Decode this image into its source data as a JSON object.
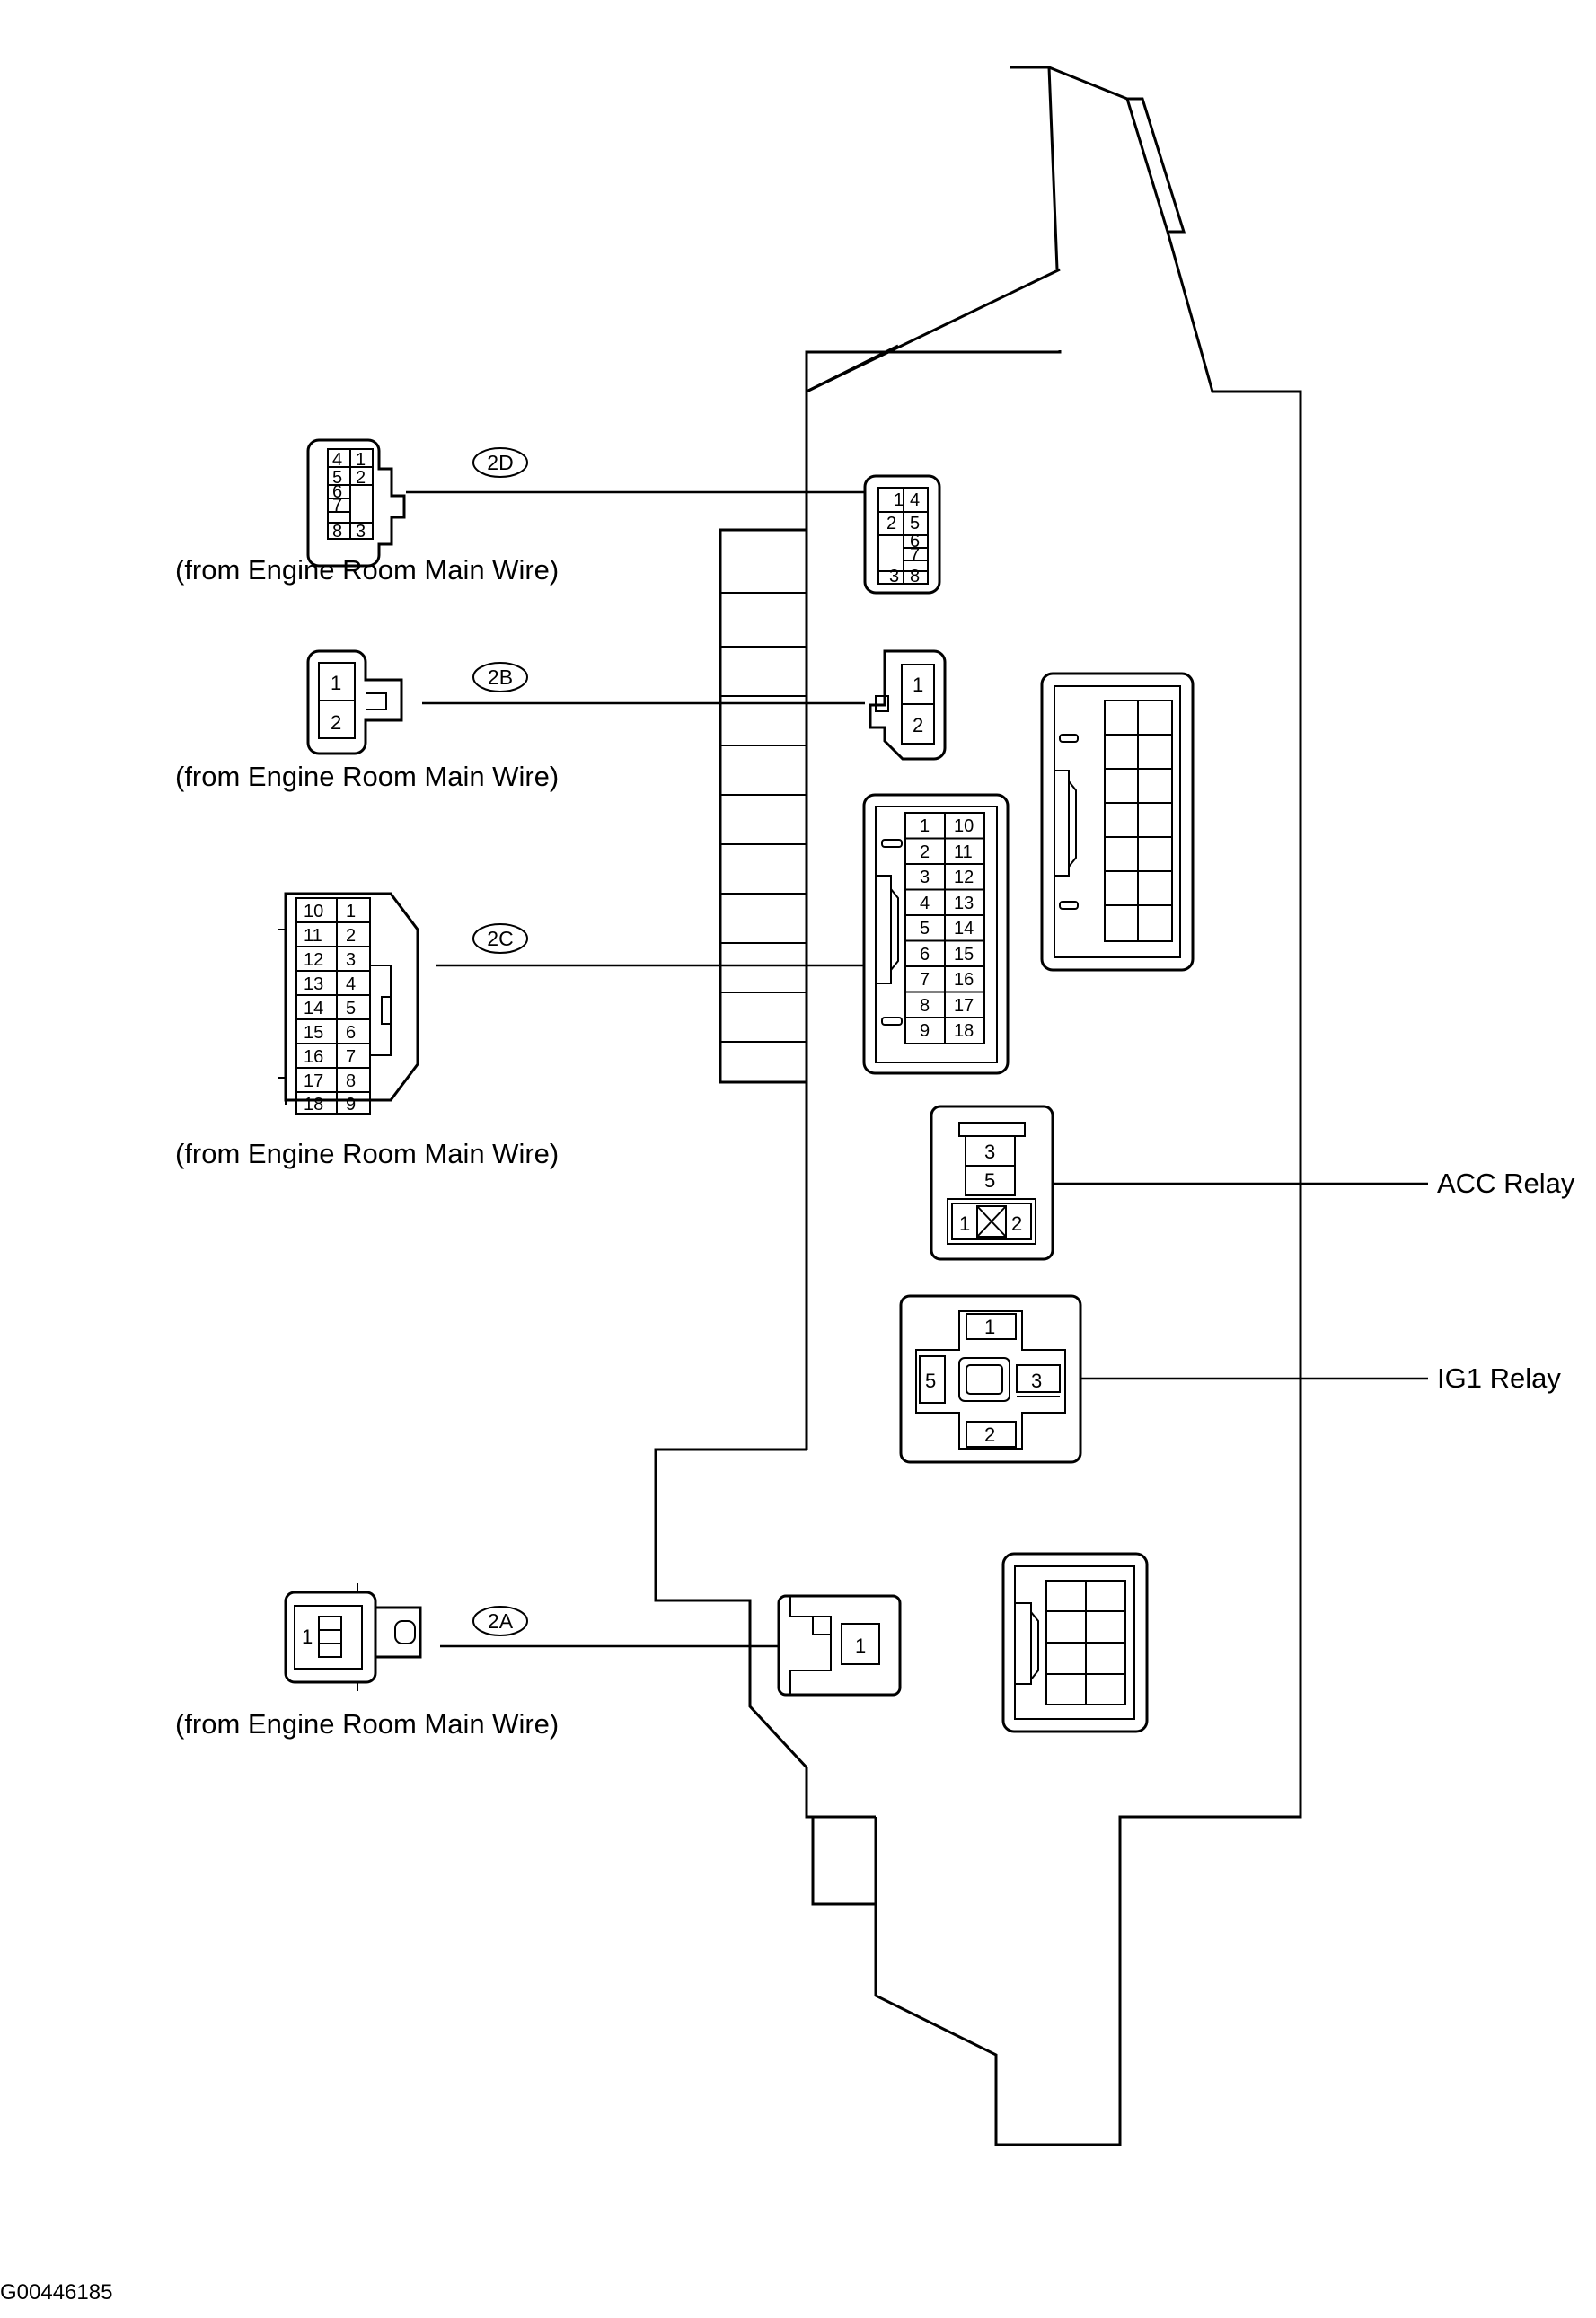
{
  "connectors": {
    "c2D": {
      "code": "2D",
      "note": "(from Engine Room Main Wire)",
      "harness_pins": [
        "4",
        "1",
        "5",
        "2",
        "6",
        "7",
        "8",
        "3"
      ],
      "block_pins": [
        "1",
        "4",
        "2",
        "5",
        "6",
        "7",
        "3",
        "8"
      ]
    },
    "c2B": {
      "code": "2B",
      "note": "(from Engine Room Main Wire)",
      "harness_pins": [
        "1",
        "2"
      ],
      "block_pins": [
        "1",
        "2"
      ]
    },
    "c2C": {
      "code": "2C",
      "note": "(from Engine Room Main Wire)",
      "harness_pins": [
        "10",
        "1",
        "11",
        "2",
        "12",
        "3",
        "13",
        "4",
        "14",
        "5",
        "15",
        "6",
        "16",
        "7",
        "17",
        "8",
        "18",
        "9"
      ],
      "block_pins": [
        "1",
        "10",
        "2",
        "11",
        "3",
        "12",
        "4",
        "13",
        "5",
        "14",
        "6",
        "15",
        "7",
        "16",
        "8",
        "17",
        "9",
        "18"
      ]
    },
    "c2A": {
      "code": "2A",
      "note": "(from Engine Room Main Wire)",
      "harness_pins": [
        "1"
      ],
      "block_pins": [
        "1"
      ]
    }
  },
  "relays": {
    "acc": {
      "label": "ACC Relay",
      "pins": [
        "3",
        "5",
        "1",
        "2"
      ]
    },
    "ig1": {
      "label": "IG1 Relay",
      "pins": [
        "1",
        "5",
        "3",
        "2"
      ]
    }
  },
  "figure_id": "G00446185"
}
